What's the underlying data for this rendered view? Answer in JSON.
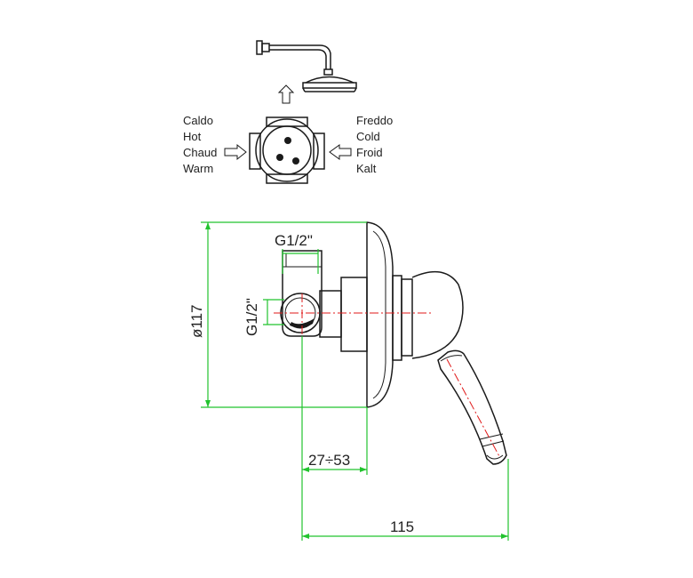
{
  "inlets": {
    "hot": [
      "Caldo",
      "Hot",
      "Chaud",
      "Warm"
    ],
    "cold": [
      "Freddo",
      "Cold",
      "Froid",
      "Kalt"
    ]
  },
  "dimensions": {
    "thread_top": "G1/2\"",
    "thread_side": "G1/2\"",
    "plate_diameter": "ø117",
    "wall_depth": "27÷53",
    "total_depth": "115"
  },
  "colors": {
    "dimension_line": "#22c32e",
    "axis_line": "#e01818",
    "outline": "#1a1a1a"
  },
  "icons": [
    "shower-head-icon",
    "arrow-up-icon",
    "arrow-right-icon",
    "arrow-left-icon",
    "valve-body-icon"
  ]
}
